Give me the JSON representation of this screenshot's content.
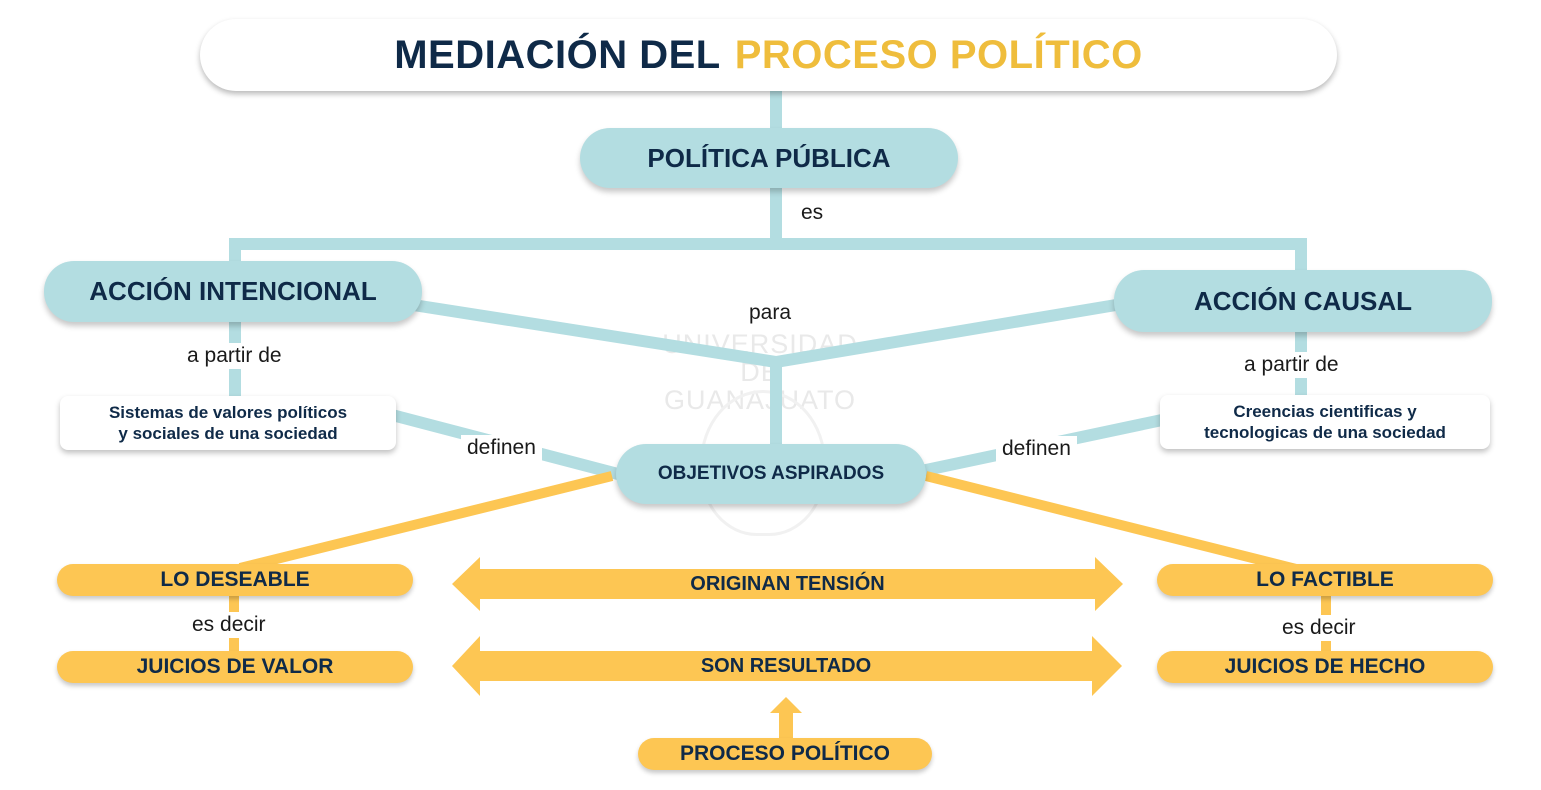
{
  "title": {
    "part1": "MEDIACIÓN DEL",
    "part2": "PROCESO POLÍTICO"
  },
  "nodes": {
    "politica_publica": "POLÍTICA PÚBLICA",
    "accion_intencional": "ACCIÓN INTENCIONAL",
    "accion_causal": "ACCIÓN CAUSAL",
    "sistemas_valores": [
      "Sistemas de valores políticos",
      "y sociales de una sociedad"
    ],
    "creencias": [
      "Creencias cientificas y",
      "tecnologicas de una sociedad"
    ],
    "objetivos": "OBJETIVOS ASPIRADOS",
    "lo_deseable": "LO DESEABLE",
    "lo_factible": "LO FACTIBLE",
    "juicios_valor": "JUICIOS DE VALOR",
    "juicios_hecho": "JUICIOS DE HECHO",
    "proceso_politico": "PROCESO POLÍTICO"
  },
  "links": {
    "es": "es",
    "para": "para",
    "a_partir_de_left": "a partir de",
    "a_partir_de_right": "a partir de",
    "definen_left": "definen",
    "definen_right": "definen",
    "es_decir_left": "es decir",
    "es_decir_right": "es decir"
  },
  "arrows": {
    "originan": "ORIGINAN TENSIÓN",
    "resultado": "SON RESULTADO"
  },
  "watermark": [
    "UNIVERSIDAD DE",
    "GUANAJUATO"
  ],
  "colors": {
    "navy": "#0f2a48",
    "gold_text": "#efbd3c",
    "teal": "#b3dde1",
    "gold": "#fdc653"
  }
}
